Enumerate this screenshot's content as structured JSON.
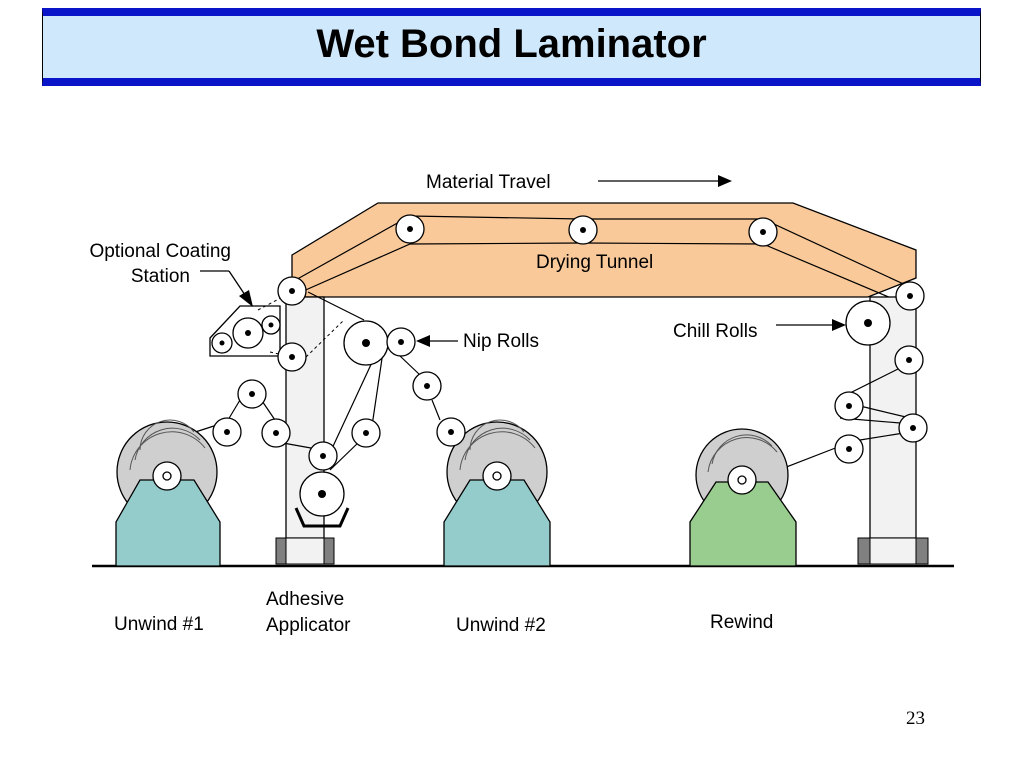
{
  "slide": {
    "title": "Wet Bond Laminator",
    "page_number": "23"
  },
  "labels": {
    "material_travel": "Material Travel",
    "drying_tunnel": "Drying Tunnel",
    "optional_coating_line1": "Optional Coating",
    "optional_coating_line2": "Station",
    "nip_rolls": "Nip Rolls",
    "chill_rolls": "Chill Rolls",
    "unwind_1": "Unwind #1",
    "adhesive_line1": "Adhesive",
    "adhesive_line2": "Applicator",
    "unwind_2": "Unwind #2",
    "rewind": "Rewind"
  },
  "colors": {
    "title_band": "#cfe8fb",
    "title_border": "#0a14c8",
    "tunnel": "#f9c99a",
    "unwind_stand": "#94cccc",
    "rewind_stand": "#99cc8f",
    "frame_column": "#f2f2f2",
    "column_base": "#808080"
  }
}
